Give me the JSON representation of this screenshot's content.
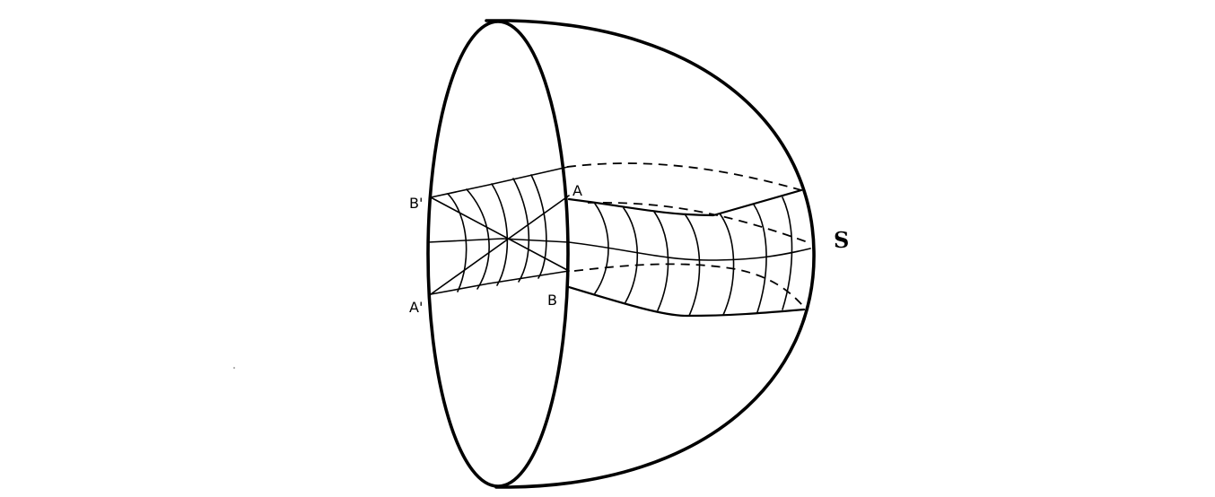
{
  "labels": {
    "point_b_prime": "B'",
    "point_a": "A",
    "point_a_prime": "A'",
    "point_b": "B",
    "surface": "S"
  }
}
